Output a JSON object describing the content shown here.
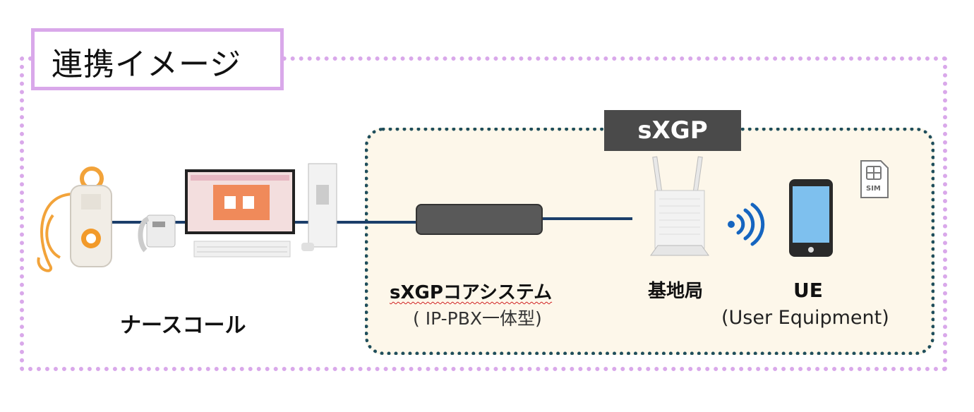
{
  "title": "連携イメージ",
  "sxgp_tab": "sXGP",
  "nurse_call": {
    "label": "ナースコール"
  },
  "core_system": {
    "label": "sXGPコアシステム",
    "sublabel": "( IP-PBX一体型)"
  },
  "base_station": {
    "label": "基地局"
  },
  "ue": {
    "label": "UE",
    "sublabel": "(User Equipment)"
  },
  "sim_card": {
    "text": "SIM"
  },
  "colors": {
    "outer_border": "#d9a8ea",
    "sxgp_border": "#1f4e5b",
    "sxgp_fill": "#fdf7ea",
    "line": "#1b3e6a",
    "tab_fill": "#4a4a4a",
    "signal": "#1565c0",
    "phone_screen": "#7ec0ee"
  }
}
